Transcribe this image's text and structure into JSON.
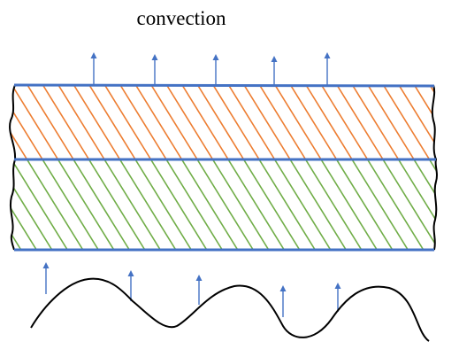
{
  "diagram": {
    "title": "convection",
    "colors": {
      "arrow": "#4472C4",
      "boundary_line": "#4472C4",
      "upper_layer_hatch": "#ED7D31",
      "lower_layer_hatch": "#70AD47",
      "outline": "#000000",
      "background": "#FFFFFF"
    },
    "layers": [
      {
        "name": "upper-layer",
        "hatch": "diagonal"
      },
      {
        "name": "lower-layer",
        "hatch": "diagonal"
      }
    ],
    "top_arrow_count": 5,
    "bottom_arrow_count": 5
  }
}
